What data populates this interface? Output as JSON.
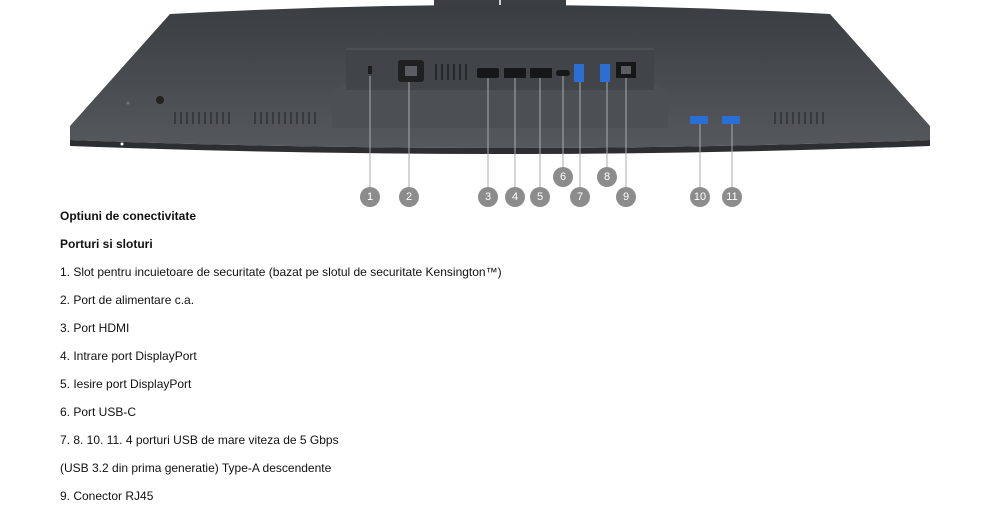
{
  "callouts": [
    "1",
    "2",
    "3",
    "4",
    "5",
    "6",
    "7",
    "8",
    "9",
    "10",
    "11"
  ],
  "section": {
    "title": "Optiuni de conectivitate",
    "subtitle": "Porturi si sloturi",
    "items": [
      "1. Slot pentru incuietoare de securitate (bazat pe slotul de securitate Kensington™)",
      "2. Port de alimentare c.a.",
      "3. Port HDMI",
      "4. Intrare port DisplayPort",
      "5. Iesire port DisplayPort",
      "6. Port USB-C",
      "7. 8. 10. 11. 4 porturi USB de mare viteza de 5 Gbps",
      "(USB 3.2 din prima generatie) Type-A descendente",
      "9. Conector RJ45"
    ]
  },
  "colors": {
    "callout": "#8c8c8c",
    "body": "#45484c",
    "usb": "#2b6fd6"
  }
}
